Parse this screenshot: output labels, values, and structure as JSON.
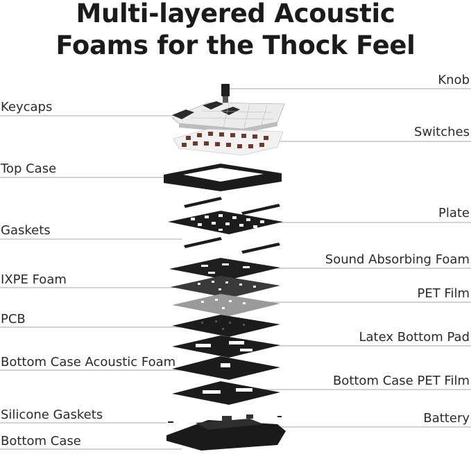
{
  "title": {
    "line1": "Multi-layered Acoustic",
    "line2": "Foams for the Thock Feel"
  },
  "labels_left": [
    {
      "id": "keycaps",
      "text": "Keycaps"
    },
    {
      "id": "top-case",
      "text": "Top Case"
    },
    {
      "id": "gaskets",
      "text": "Gaskets"
    },
    {
      "id": "ixpe-foam",
      "text": "IXPE Foam"
    },
    {
      "id": "pcb",
      "text": "PCB"
    },
    {
      "id": "bottom-case-acoustic-foam",
      "text": "Bottom Case Acoustic Foam"
    },
    {
      "id": "silicone-gaskets",
      "text": "Silicone Gaskets"
    },
    {
      "id": "bottom-case",
      "text": "Bottom Case"
    }
  ],
  "labels_right": [
    {
      "id": "knob",
      "text": "Knob"
    },
    {
      "id": "switches",
      "text": "Switches"
    },
    {
      "id": "plate",
      "text": "Plate"
    },
    {
      "id": "sound-absorbing-foam",
      "text": "Sound Absorbing Foam"
    },
    {
      "id": "pet-film",
      "text": "PET Film"
    },
    {
      "id": "latex-bottom-pad",
      "text": "Latex Bottom Pad"
    },
    {
      "id": "bottom-case-pet-film",
      "text": "Bottom Case PET Film"
    },
    {
      "id": "battery",
      "text": "Battery"
    }
  ],
  "colors": {
    "layer_dark": "#1c1c1c",
    "layer_mid": "#3a3a3a",
    "film_grey": "#9a9a9a",
    "keycap_white": "#ececec",
    "switch_brown": "#6b3a2a",
    "leader_line": "#8a8a8a"
  }
}
